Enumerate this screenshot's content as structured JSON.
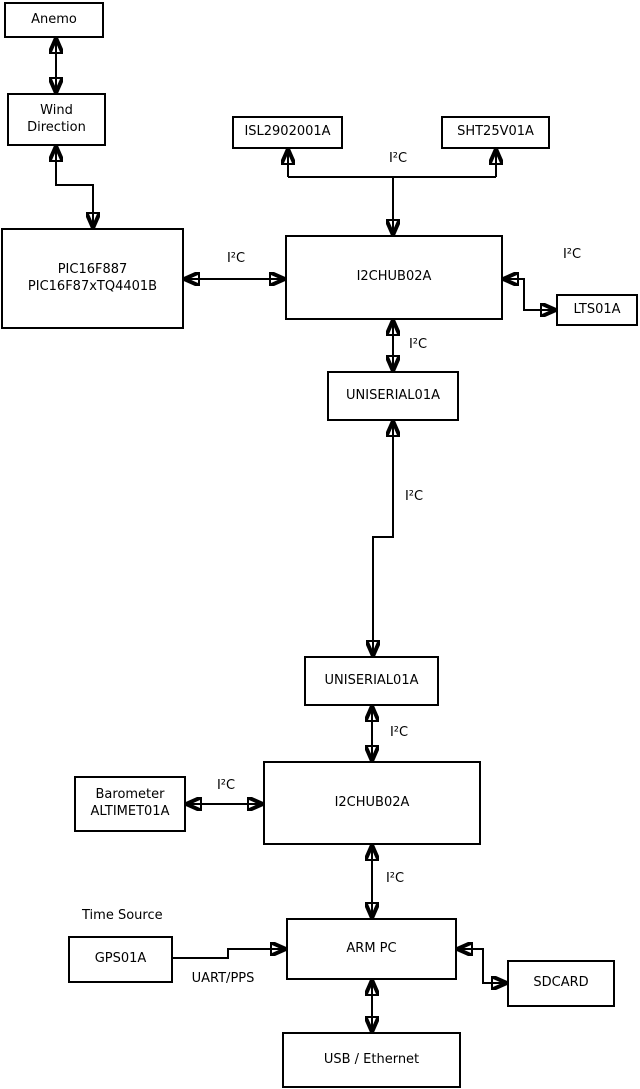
{
  "colors": {
    "ink": "#000000",
    "background": "#ffffff"
  },
  "boxes": {
    "anemo": {
      "label": "Anemo"
    },
    "wind_direction": {
      "line1": "Wind",
      "line2": "Direction"
    },
    "pic": {
      "line1": "PIC16F887",
      "line2": "PIC16F87xTQ4401B"
    },
    "isl": {
      "label": "ISL2902001A"
    },
    "sht": {
      "label": "SHT25V01A"
    },
    "i2c_hub_top": {
      "label": "I2CHUB02A"
    },
    "lts": {
      "label": "LTS01A"
    },
    "uniserial_top": {
      "label": "UNISERIAL01A"
    },
    "uniserial_bottom": {
      "label": "UNISERIAL01A"
    },
    "barometer": {
      "line1": "Barometer",
      "line2": "ALTIMET01A"
    },
    "i2c_hub_bottom": {
      "label": "I2CHUB02A"
    },
    "gps": {
      "label": "GPS01A"
    },
    "arm_pc": {
      "label": "ARM PC"
    },
    "sdcard": {
      "label": "SDCARD"
    },
    "usb_ethernet": {
      "label": "USB / Ethernet"
    }
  },
  "edge_labels": {
    "i2c": "I²C",
    "time_source": "Time Source",
    "uart_pps": "UART/PPS"
  }
}
